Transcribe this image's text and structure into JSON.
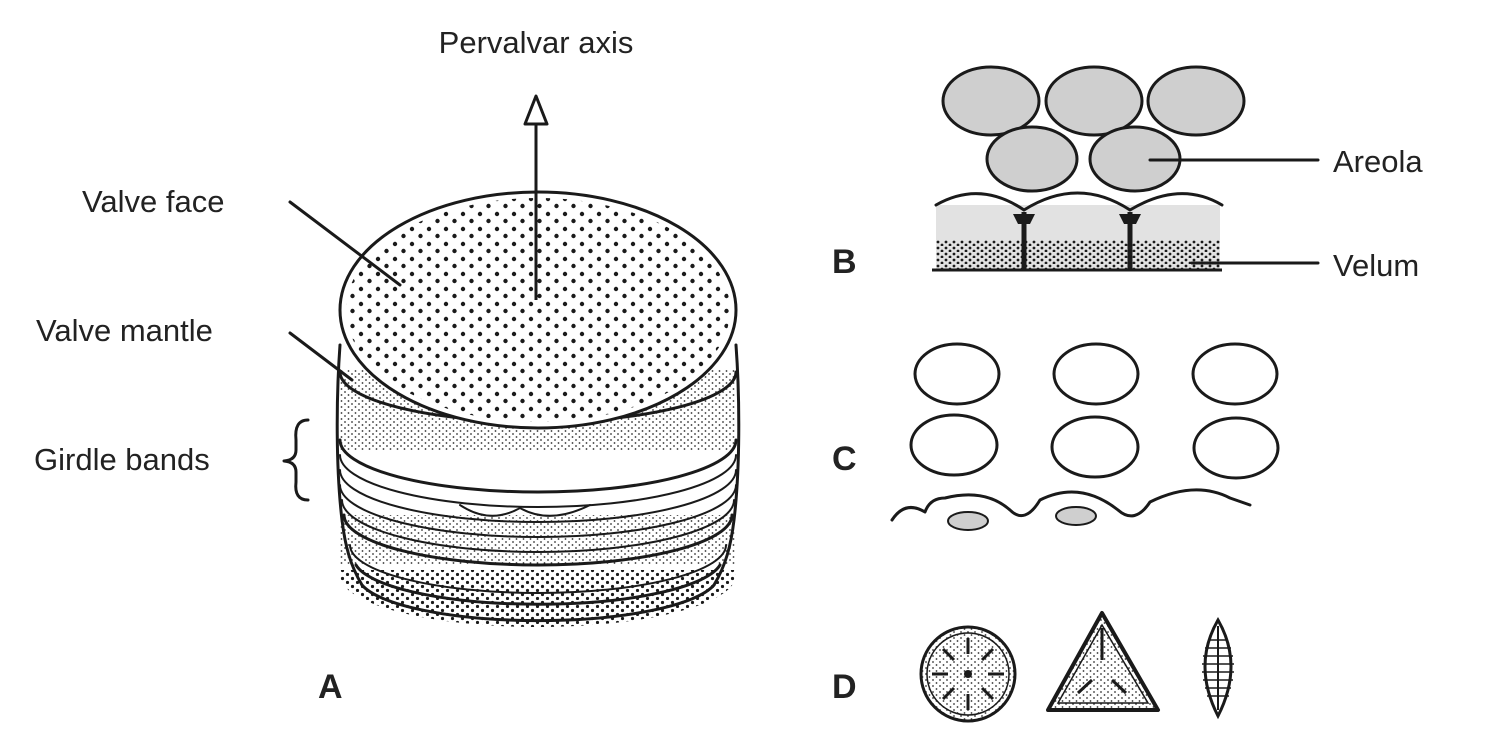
{
  "labels": {
    "pervalvar_axis": "Pervalvar axis",
    "valve_face": "Valve face",
    "valve_mantle": "Valve mantle",
    "girdle_bands": "Girdle bands",
    "areola": "Areola",
    "velum": "Velum"
  },
  "panels": {
    "a": "A",
    "b": "B",
    "c": "C",
    "d": "D"
  },
  "colors": {
    "ink": "#1a1a1a",
    "areola_fill": "#cfcfcf",
    "velum_fill": "#d6d6d6"
  }
}
